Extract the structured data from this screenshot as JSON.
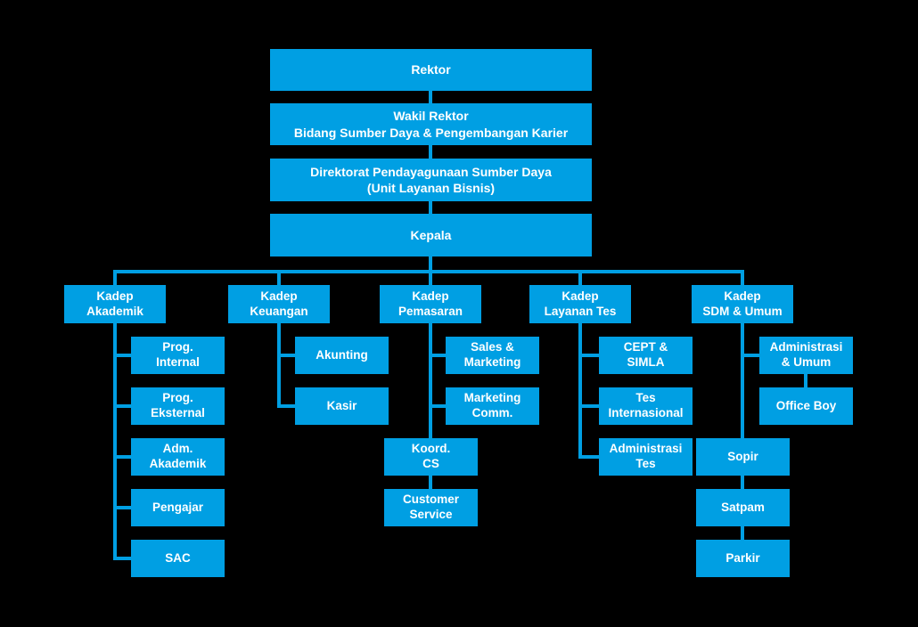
{
  "colors": {
    "box": "#009FE3",
    "bg": "#000000",
    "text": "#FFFFFF"
  },
  "chart": {
    "type": "org-chart",
    "top_chain": [
      "Rektor",
      "Wakil Rektor\nBidang Sumber Daya & Pengembangan Karier",
      "Direktorat Pendayagunaan Sumber Daya\n(Unit Layanan Bisnis)",
      "Kepala"
    ],
    "branches": [
      {
        "head": "Kadep\nAkademik",
        "children": [
          {
            "label": "Prog.\nInternal"
          },
          {
            "label": "Prog.\nEksternal"
          },
          {
            "label": "Adm.\nAkademik"
          },
          {
            "label": "Pengajar"
          },
          {
            "label": "SAC"
          }
        ]
      },
      {
        "head": "Kadep\nKeuangan",
        "children": [
          {
            "label": "Akunting"
          },
          {
            "label": "Kasir"
          }
        ]
      },
      {
        "head": "Kadep\nPemasaran",
        "children": [
          {
            "label": "Sales &\nMarketing"
          },
          {
            "label": "Marketing\nComm."
          },
          {
            "label": "Koord.\nCS",
            "children": [
              {
                "label": "Customer\nService"
              }
            ]
          }
        ]
      },
      {
        "head": "Kadep\nLayanan Tes",
        "children": [
          {
            "label": "CEPT &\nSIMLA"
          },
          {
            "label": "Tes\nInternasional"
          },
          {
            "label": "Administrasi\nTes"
          }
        ]
      },
      {
        "head": "Kadep\nSDM & Umum",
        "children": [
          {
            "label": "Administrasi\n& Umum",
            "children": [
              {
                "label": "Office Boy"
              }
            ]
          },
          {
            "label": "Sopir",
            "children": [
              {
                "label": "Satpam",
                "children": [
                  {
                    "label": "Parkir"
                  }
                ]
              }
            ]
          }
        ]
      }
    ]
  }
}
